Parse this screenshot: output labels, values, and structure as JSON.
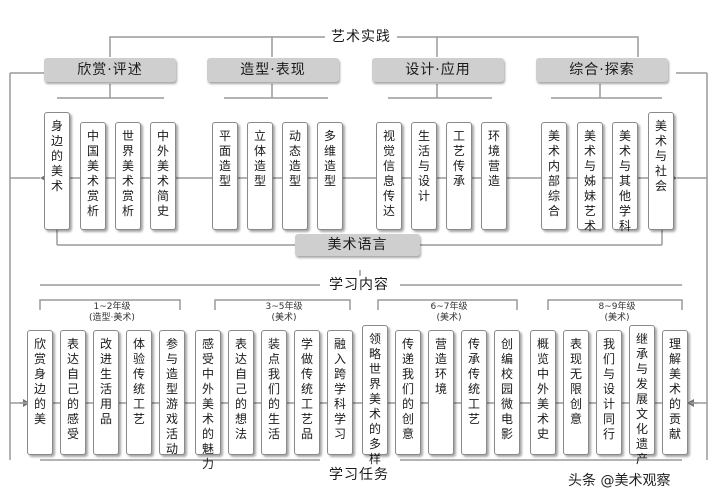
{
  "top_title": "艺术实践",
  "categories": [
    "欣赏·评述",
    "造型·表现",
    "设计·应用",
    "综合·探索"
  ],
  "content_groups": [
    {
      "items": [
        "身边的美术",
        "中国美术赏析",
        "世界美术赏析",
        "中外美术简史"
      ]
    },
    {
      "items": [
        "平面造型",
        "立体造型",
        "动态造型",
        "多维造型"
      ]
    },
    {
      "items": [
        "视觉信息传达",
        "生活与设计",
        "工艺传承",
        "环境营造"
      ]
    },
    {
      "items": [
        "美术内部综合",
        "美术与姊妹艺术",
        "美术与其他学科",
        "美术与社会"
      ]
    }
  ],
  "language_bar": "美术语言",
  "middle_title": "学习内容",
  "task_groups": [
    {
      "grade": "1~2年级",
      "sub": "(造型·美术)",
      "items": [
        "欣赏身边的美",
        "表达自己的感受",
        "改进生活用品",
        "体验传统工艺",
        "参与造型游戏活动"
      ]
    },
    {
      "grade": "3~5年级",
      "sub": "(美术)",
      "items": [
        "感受中外美术的魅力",
        "表达自己的想法",
        "装点我们的生活",
        "学做传统工艺品",
        "融入跨学科学习"
      ]
    },
    {
      "grade": "6~7年级",
      "sub": "(美术)",
      "items": [
        "领略世界美术的多样性",
        "传递我们的创意",
        "营造环境",
        "传承传统工艺",
        "创编校园微电影"
      ]
    },
    {
      "grade": "8~9年级",
      "sub": "(美术)",
      "items": [
        "概览中外美术史",
        "表现无限创意",
        "我们与设计同行",
        "继承与发展文化遗产",
        "理解美术的贡献"
      ]
    }
  ],
  "bottom_title": "学习任务",
  "watermark": "头条 @美术观察"
}
